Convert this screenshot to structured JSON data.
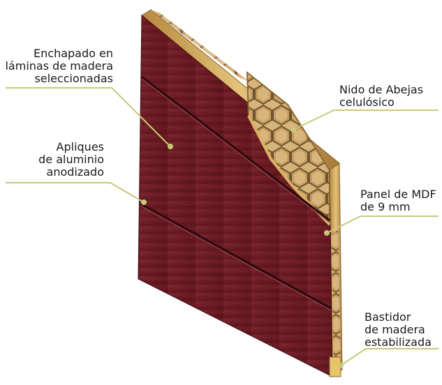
{
  "labels": {
    "enchapado": [
      "Enchapado en",
      "láminas de madera",
      "seleccionadas"
    ],
    "apliques": [
      "Apliques",
      "de aluminio",
      "anodizado"
    ],
    "nido": [
      "Nido de Abejas",
      "celulósico"
    ],
    "mdf": [
      "Panel de MDF",
      "de 9 mm"
    ],
    "bastidor": [
      "Bastidor",
      "de madera",
      "estabilizada"
    ]
  },
  "colors": {
    "veneer": "#6a1a22",
    "veneer_dark": "#4d1117",
    "veneer_light": "#83303a",
    "wood_frame": "#d9b262",
    "honeycomb": "#c9a268",
    "honeycomb_dark": "#6e5432",
    "leader_line": "#c8c87a"
  },
  "icons": {
    "panel": "door-panel-cutaway-illustration"
  }
}
